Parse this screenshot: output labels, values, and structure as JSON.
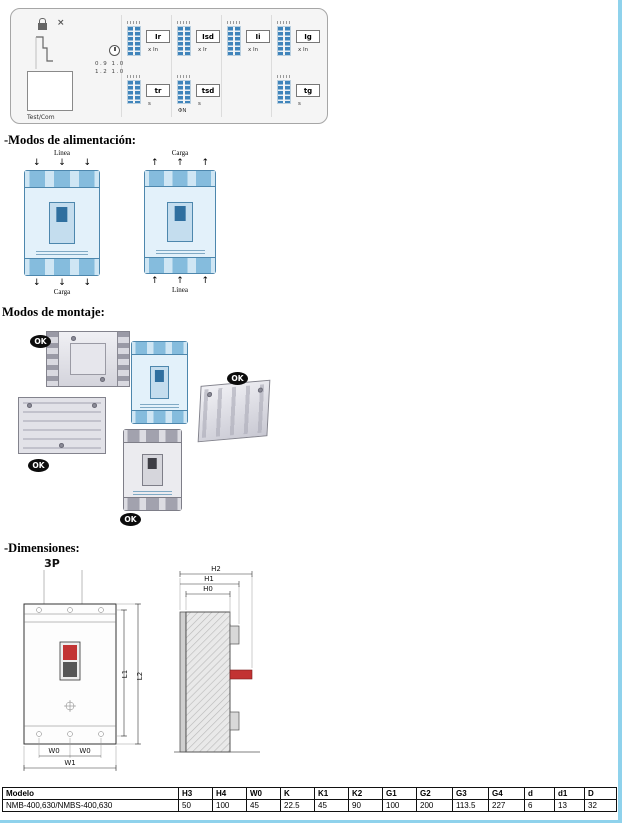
{
  "headings": {
    "feed": "-Modos de alimentación:",
    "mounting": "Modos de montaje:",
    "dimensions": "-Dimensiones:"
  },
  "panel": {
    "cross": "×",
    "dial_lines": [
      "0.9  1.0",
      "1.2  1.0"
    ],
    "test_com": "Test/Com",
    "phase_label": "ΦN",
    "groups_top": [
      {
        "label": "Ir",
        "sub": "x In"
      },
      {
        "label": "Isd",
        "sub": "x Ir"
      },
      {
        "label": "Ii",
        "sub": "x In"
      },
      {
        "label": "Ig",
        "sub": "x In"
      }
    ],
    "groups_bottom": [
      {
        "label": "tr",
        "sub": "s"
      },
      {
        "label": "tsd",
        "sub": "s"
      },
      {
        "label": "tg",
        "sub": "s"
      }
    ]
  },
  "feed": {
    "arrow_down": "↓",
    "arrow_up": "↑",
    "left": {
      "top": "Línea",
      "bottom": "Carga"
    },
    "right": {
      "top": "Carga",
      "bottom": "Línea"
    }
  },
  "mounting": {
    "ok": "OK"
  },
  "dims": {
    "pole": "3P",
    "l1": "L1",
    "l2": "L2",
    "w0a": "W0",
    "w0b": "W0",
    "w1": "W1",
    "h2": "H2",
    "h1": "H1",
    "h0": "H0"
  },
  "table": {
    "headers": [
      "Modelo",
      "H3",
      "H4",
      "W0",
      "K",
      "K1",
      "K2",
      "G1",
      "G2",
      "G3",
      "G4",
      "d",
      "d1",
      "D"
    ],
    "row": [
      "NMB-400,630/NMBS-400,630",
      "50",
      "100",
      "45",
      "22.5",
      "45",
      "90",
      "100",
      "200",
      "113.5",
      "227",
      "6",
      "13",
      "32"
    ]
  },
  "colors": {
    "page_border": "#8fd2ec",
    "dip_blue": "#3f84bb",
    "breaker_blue": "#85bcdd",
    "handle_red": "#c23333",
    "badge_black": "#0c0c0c"
  }
}
